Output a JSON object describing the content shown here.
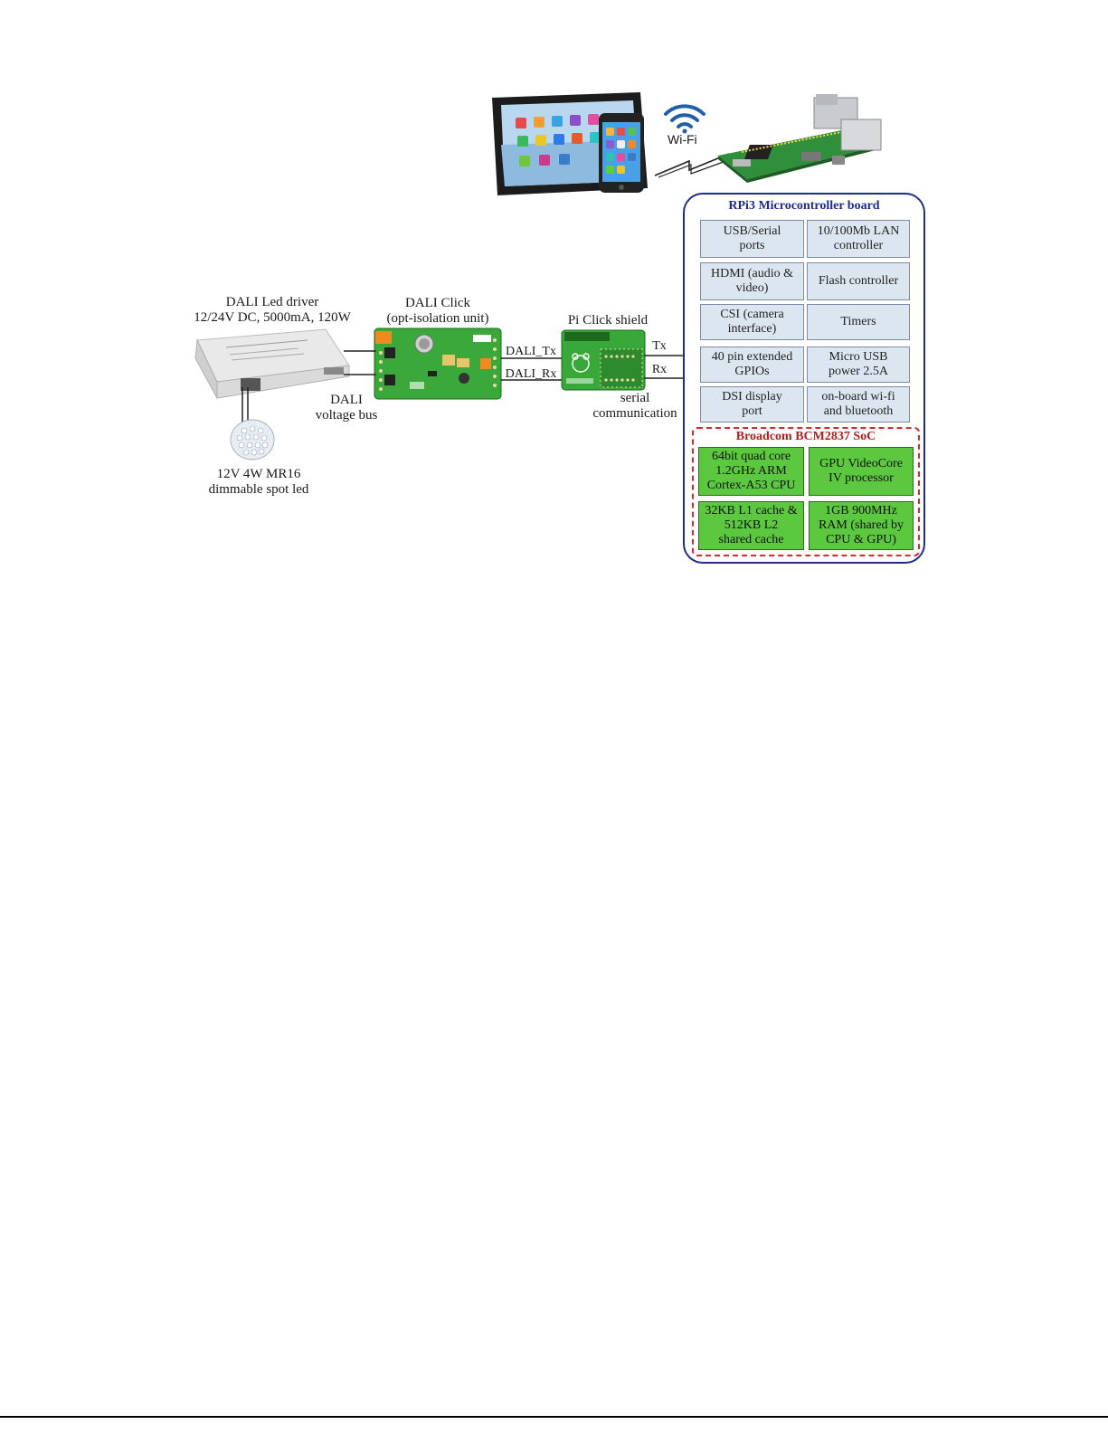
{
  "labels": {
    "wifi": "Wi-Fi",
    "led_driver_title": "DALI Led driver",
    "led_driver_spec": "12/24V DC, 5000mA, 120W",
    "dali_click_title": "DALI Click",
    "dali_click_sub": "(opt-isolation unit)",
    "pi_click": "Pi Click shield",
    "dali_tx": "DALI_Tx",
    "dali_rx": "DALI_Rx",
    "tx": "Tx",
    "rx": "Rx",
    "dali_bus_1": "DALI",
    "dali_bus_2": "voltage bus",
    "serial_1": "serial",
    "serial_2": "communication",
    "spot_1": "12V 4W MR16",
    "spot_2": "dimmable spot led"
  },
  "rpi_board": {
    "title": "RPi3 Microcontroller board",
    "peripherals": [
      "USB/Serial\nports",
      "10/100Mb LAN\ncontroller",
      "HDMI (audio &\nvideo)",
      "Flash controller",
      "CSI (camera\ninterface)",
      "Timers",
      "40 pin extended\nGPIOs",
      "Micro USB\npower 2.5A",
      "DSI display\nport",
      "on-board wi-fi\nand bluetooth"
    ],
    "soc": {
      "title": "Broadcom BCM2837 SoC",
      "cells": [
        "64bit quad core\n1.2GHz ARM\nCortex-A53 CPU",
        "GPU VideoCore\nIV processor",
        "32KB L1 cache &\n512KB L2\nshared cache",
        "1GB 900MHz\nRAM (shared by\nCPU & GPU)"
      ]
    }
  },
  "colors": {
    "board_border": "#1f2d8a",
    "peripheral_fill": "#dce6f1",
    "soc_border": "#d42a2a",
    "soc_fill": "#5cc83f",
    "pcb_green": "#3aa83a",
    "wifi_blue": "#1f5fa8"
  }
}
